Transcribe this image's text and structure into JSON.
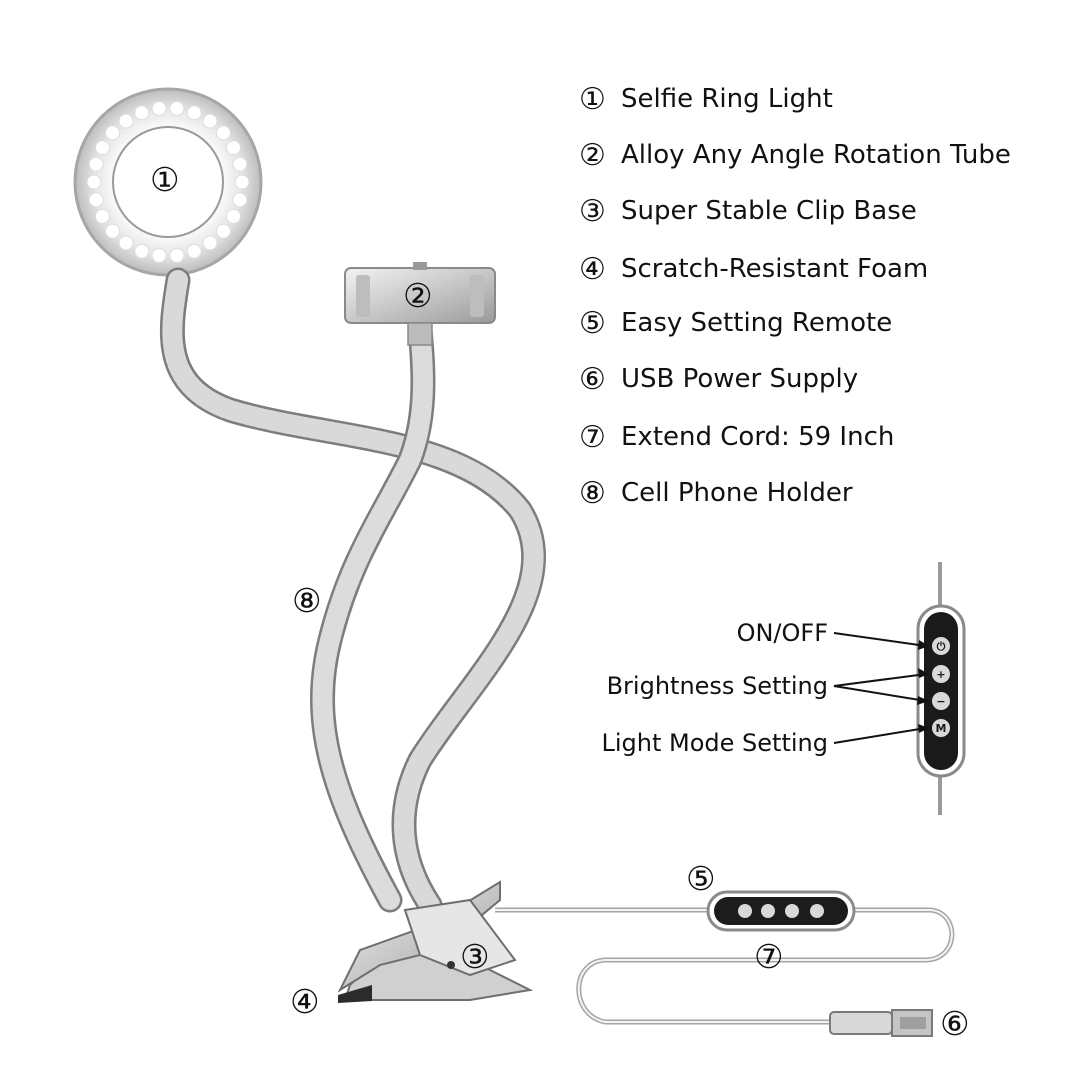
{
  "legend": [
    {
      "num": "①",
      "text": "Selfie Ring Light"
    },
    {
      "num": "②",
      "text": "Alloy Any Angle Rotation Tube"
    },
    {
      "num": "③",
      "text": "Super Stable Clip Base"
    },
    {
      "num": "④",
      "text": "Scratch-Resistant Foam"
    },
    {
      "num": "⑤",
      "text": "Easy Setting Remote"
    },
    {
      "num": "⑥",
      "text": "USB Power Supply"
    },
    {
      "num": "⑦",
      "text": "Extend Cord: 59 Inch"
    },
    {
      "num": "⑧",
      "text": "Cell Phone Holder"
    }
  ],
  "callouts": {
    "ring": "①",
    "holder_head": "②",
    "clip": "③",
    "foam": "④",
    "remote": "⑤",
    "usb": "⑥",
    "cord": "⑦",
    "gooseneck": "⑧"
  },
  "remote_labels": {
    "on_off": "ON/OFF",
    "brightness": "Brightness Setting",
    "mode": "Light Mode Setting"
  },
  "remote_buttons": {
    "power": "⏻",
    "plus": "+",
    "minus": "−",
    "mode": "M"
  }
}
